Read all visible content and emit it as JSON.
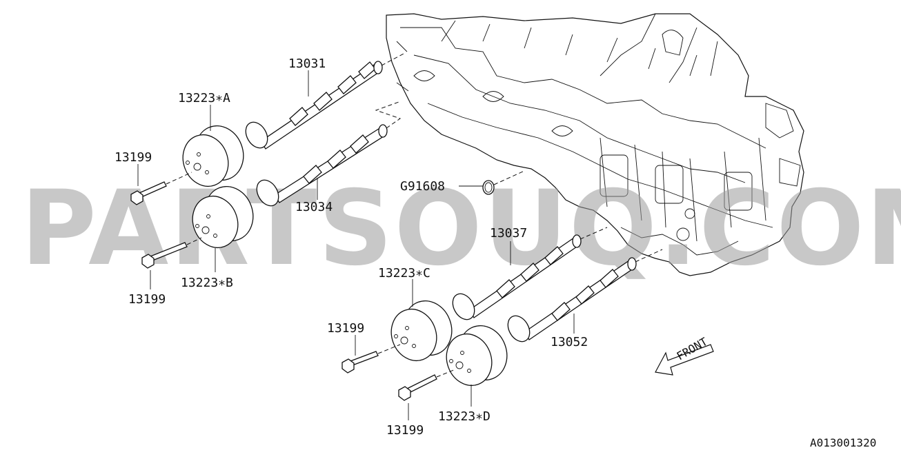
{
  "watermark": "PARTSOUQ.COM",
  "diagram_code": "A013001320",
  "front_label": "FRONT",
  "callouts": {
    "cam_13031": "13031",
    "cam_13034": "13034",
    "cam_13037": "13037",
    "cam_13052": "13052",
    "sprocket_a": "13223∗A",
    "sprocket_b": "13223∗B",
    "sprocket_c": "13223∗C",
    "sprocket_d": "13223∗D",
    "bolt_1": "13199",
    "bolt_2": "13199",
    "bolt_3": "13199",
    "bolt_4": "13199",
    "oring": "G91608"
  }
}
